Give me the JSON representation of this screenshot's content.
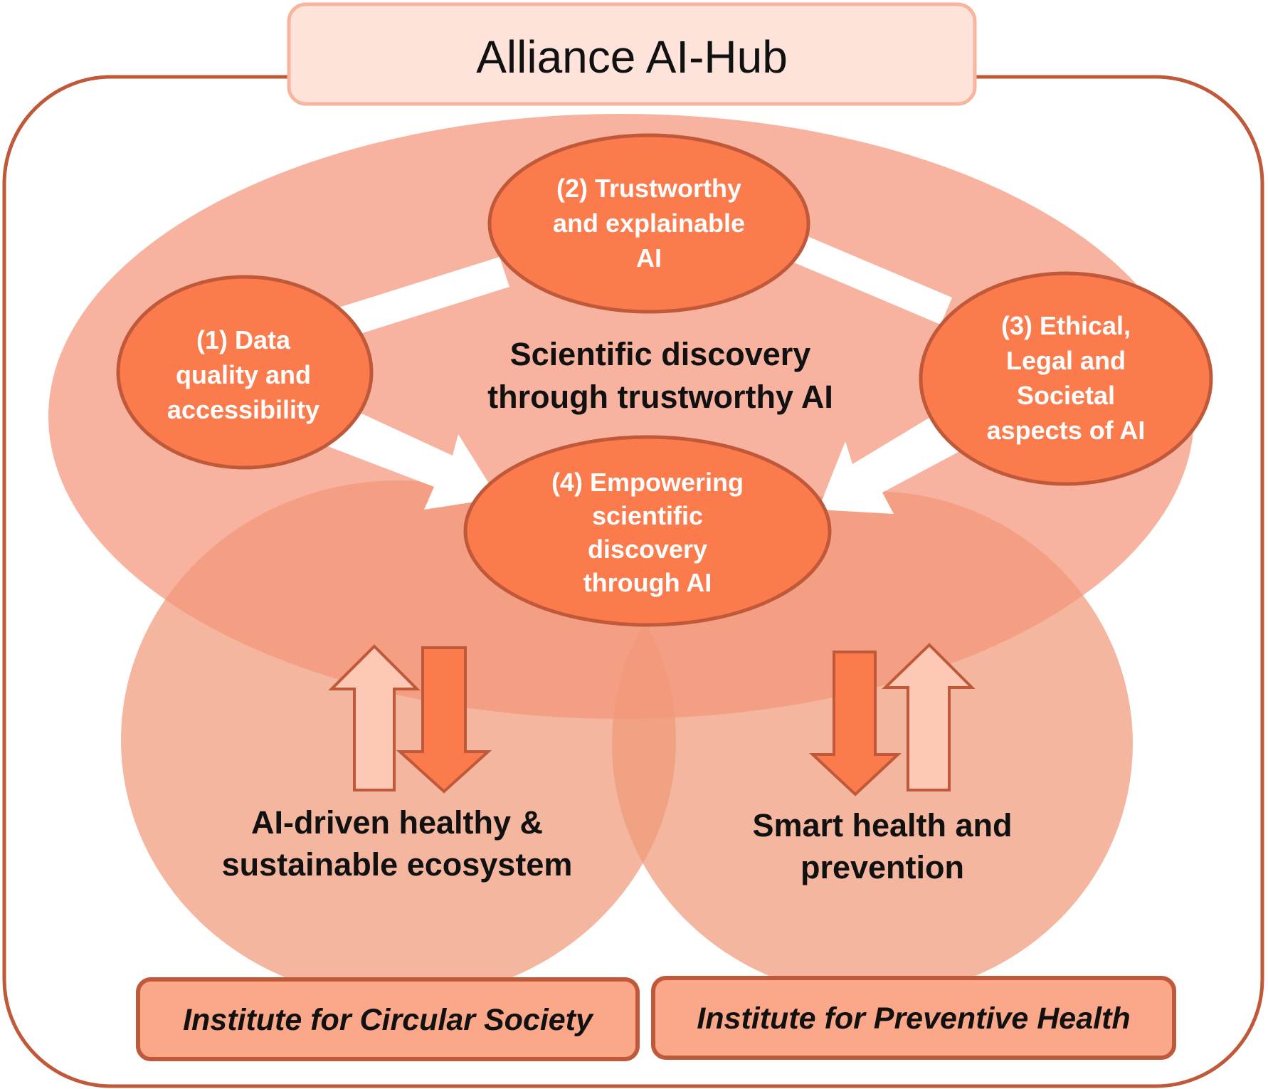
{
  "title": "Alliance AI-Hub",
  "center": {
    "lines": [
      "Scientific discovery",
      "through trustworthy AI"
    ]
  },
  "nodes": [
    {
      "id": "data-quality",
      "lines": [
        "(1) Data",
        "quality and",
        "accessibility"
      ]
    },
    {
      "id": "trustworthy",
      "lines": [
        "(2) Trustworthy",
        "and explainable",
        "AI"
      ]
    },
    {
      "id": "ethical",
      "lines": [
        "(3) Ethical,",
        "Legal and",
        "Societal",
        "aspects of AI"
      ]
    },
    {
      "id": "empowering",
      "lines": [
        "(4) Empowering",
        "scientific",
        "discovery",
        "through AI"
      ]
    }
  ],
  "domains": [
    {
      "id": "ecosystem",
      "lines": [
        "AI-driven healthy &",
        "sustainable ecosystem"
      ]
    },
    {
      "id": "health",
      "lines": [
        "Smart health and",
        "prevention"
      ]
    }
  ],
  "institutes": [
    {
      "id": "circular",
      "label": "Institute for Circular Society"
    },
    {
      "id": "preventive",
      "label": "Institute for Preventive Health"
    }
  ],
  "colors": {
    "outline": "#c0583a",
    "node_fill": "#fb7b4d",
    "big_ellipse": "#f49e7f",
    "light_arrow": "#fdc9b4",
    "title_box": "#fde3d9",
    "institute_box": "#fba88a"
  }
}
